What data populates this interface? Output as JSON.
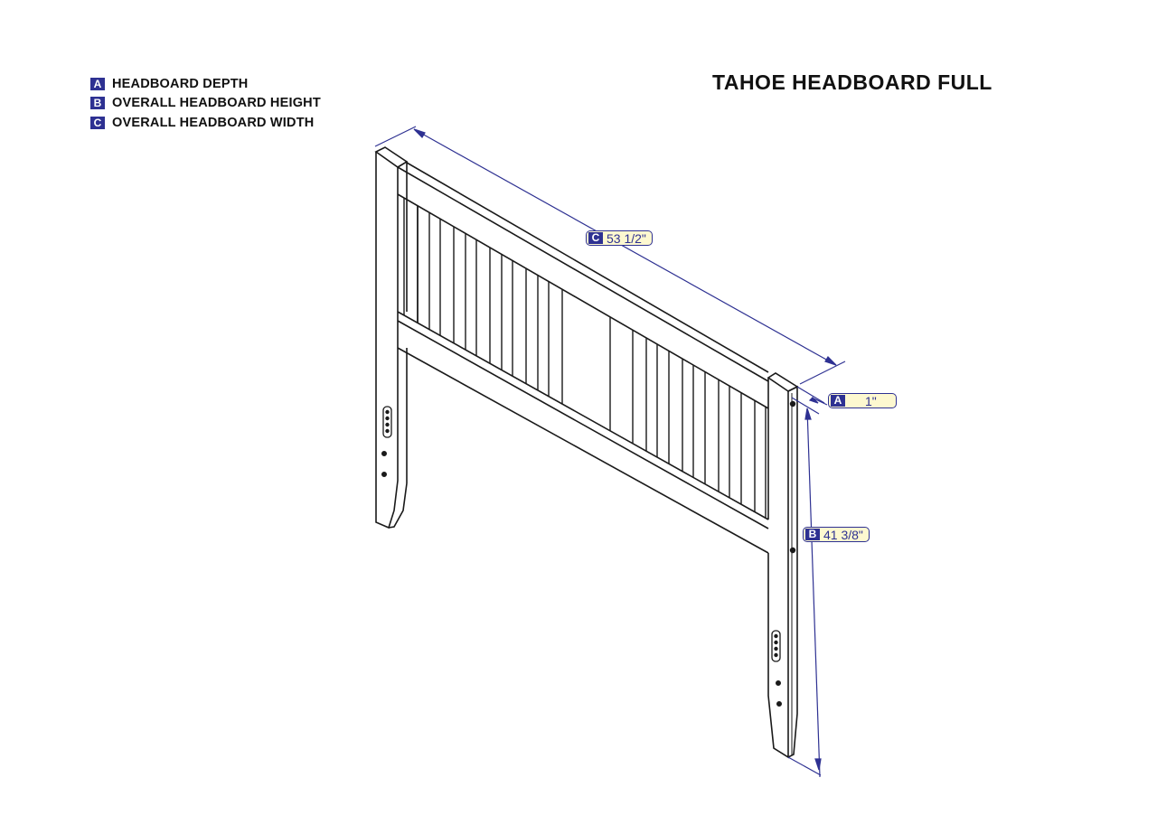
{
  "title": "TAHOE HEADBOARD FULL",
  "legend": [
    {
      "letter": "A",
      "label": "HEADBOARD DEPTH"
    },
    {
      "letter": "B",
      "label": "OVERALL HEADBOARD HEIGHT"
    },
    {
      "letter": "C",
      "label": "OVERALL HEADBOARD WIDTH"
    }
  ],
  "dimensions": {
    "A": {
      "letter": "A",
      "value": "1\""
    },
    "B": {
      "letter": "B",
      "value": "41 3/8\""
    },
    "C": {
      "letter": "C",
      "value": "53 1/2\""
    }
  },
  "colors": {
    "dimension": "#2e3192",
    "label_bg": "#fdf8d0",
    "line": "#1a1a1a"
  }
}
